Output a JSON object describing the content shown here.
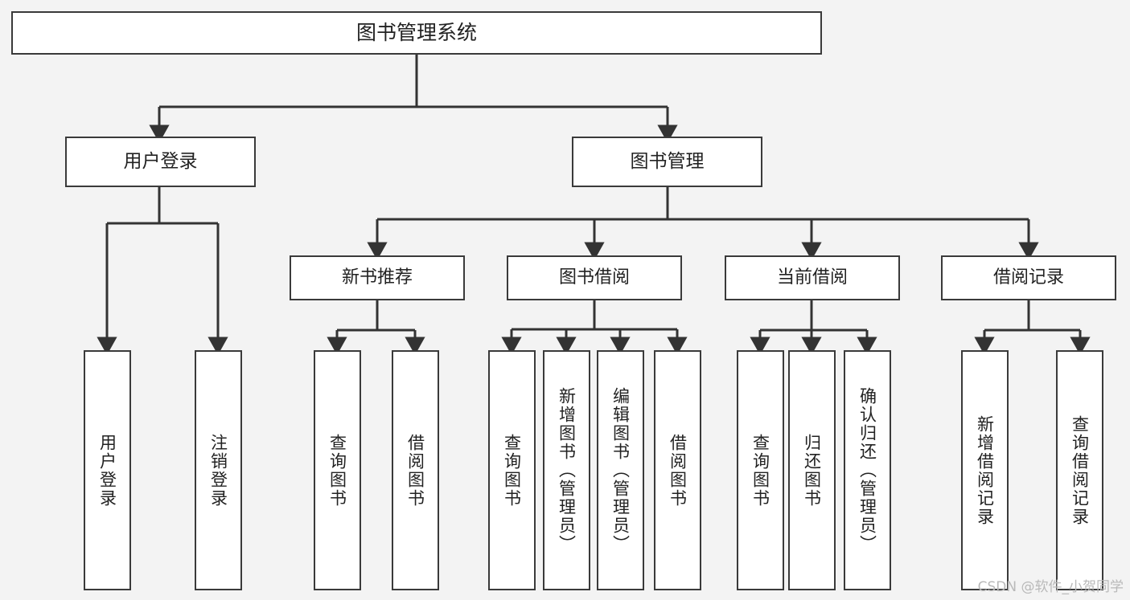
{
  "diagram": {
    "title": "图书管理系统",
    "watermark": "CSDN @软件_小贺同学",
    "colors": {
      "background": "#f3f3f3",
      "box_fill": "#ffffff",
      "box_border": "#3a3a3a",
      "connector": "#333333",
      "text": "#222222",
      "watermark": "#b9b9b9"
    },
    "root": {
      "label": "图书管理系统"
    },
    "level2": [
      {
        "label": "用户登录"
      },
      {
        "label": "图书管理"
      }
    ],
    "level3": [
      {
        "label": "新书推荐"
      },
      {
        "label": "图书借阅"
      },
      {
        "label": "当前借阅"
      },
      {
        "label": "借阅记录"
      }
    ],
    "leaves": {
      "user_login": [
        {
          "label": "用户登录"
        },
        {
          "label": "注销登录"
        }
      ],
      "new_book": [
        {
          "label": "查询图书"
        },
        {
          "label": "借阅图书"
        }
      ],
      "book_borrow": [
        {
          "label": "查询图书"
        },
        {
          "label": "新增图书（管理员）"
        },
        {
          "label": "编辑图书（管理员）"
        },
        {
          "label": "借阅图书"
        }
      ],
      "current_borrow": [
        {
          "label": "查询图书"
        },
        {
          "label": "归还图书"
        },
        {
          "label": "确认归还（管理员）"
        }
      ],
      "borrow_record": [
        {
          "label": "新增借阅记录"
        },
        {
          "label": "查询借阅记录"
        }
      ]
    }
  }
}
